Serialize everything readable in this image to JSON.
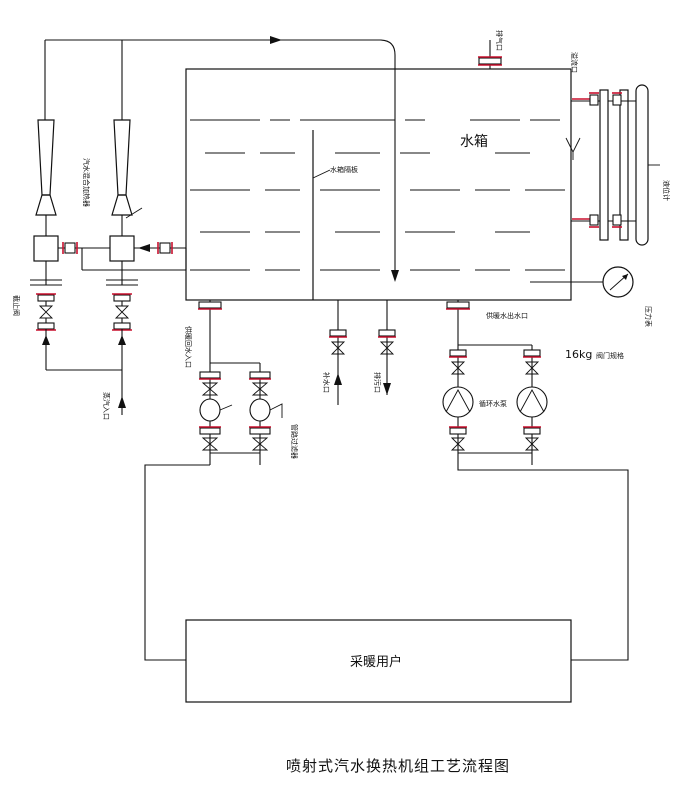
{
  "diagram": {
    "title": "喷射式汽水换热机组工艺流程图",
    "tank_label": "水箱",
    "user_label": "采暖用户",
    "labels": {
      "vent": "排气口",
      "overflow": "溢流口",
      "level_gauge": "液位计",
      "pressure_gauge": "压力表",
      "baffle": "水箱隔板",
      "heater": "汽水混合加热器",
      "stop_valve": "截止阀",
      "steam_inlet": "蒸汽入口",
      "return_inlet": "供暖回水入口",
      "filter": "管路过滤器",
      "makeup": "补水口",
      "drain": "排污口",
      "supply_outlet": "供暖水出水口",
      "pump": "循环水泵",
      "pressure_note": "16kg",
      "pressure_note2": "阀门规格"
    }
  }
}
